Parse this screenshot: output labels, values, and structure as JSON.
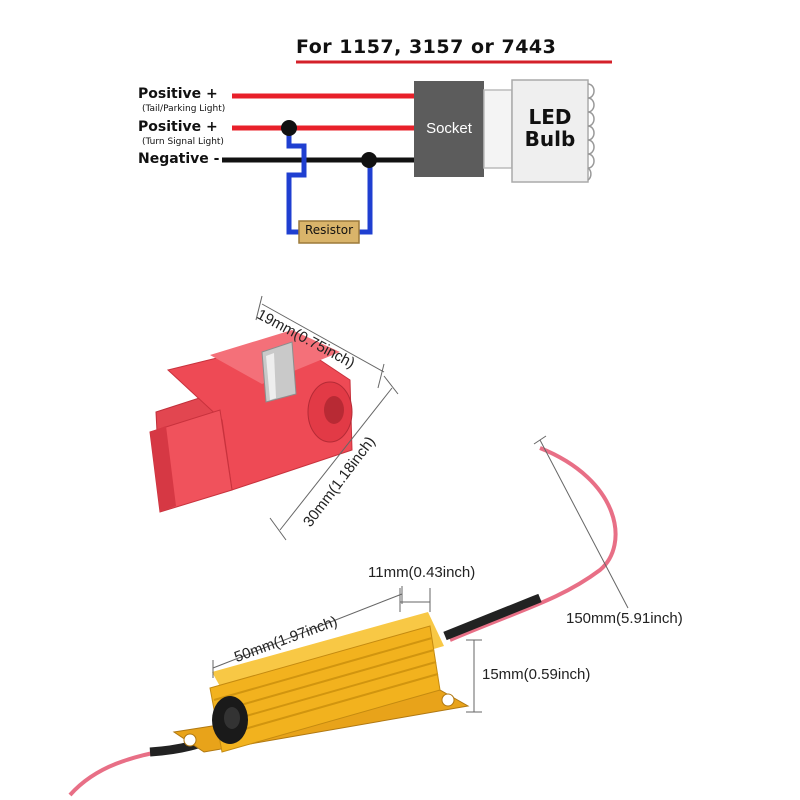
{
  "title": "For 1157, 3157 or 7443",
  "wiring": {
    "positive1_label": "Positive +",
    "positive1_sub": "(Tail/Parking Light)",
    "positive2_label": "Positive +",
    "positive2_sub": "(Turn Signal Light)",
    "negative_label": "Negative -",
    "socket_label": "Socket",
    "led_line1": "LED",
    "led_line2": "Bulb",
    "resistor_label": "Resistor"
  },
  "connector": {
    "width_dim": "19mm(0.75inch)",
    "height_dim": "30mm(1.18inch)"
  },
  "load_resistor": {
    "top_width_dim": "11mm(0.43inch)",
    "length_dim": "50mm(1.97inch)",
    "height_dim": "15mm(0.59inch)",
    "wire_dim": "150mm(5.91inch)"
  },
  "colors": {
    "wire_red": "#e8202a",
    "wire_black": "#111111",
    "wire_blue": "#1f3fd1",
    "socket_gray": "#5c5c5c",
    "resistor_tan": "#d9b46a",
    "gold": "#f2b21e",
    "connector_red": "#ee4a55"
  }
}
